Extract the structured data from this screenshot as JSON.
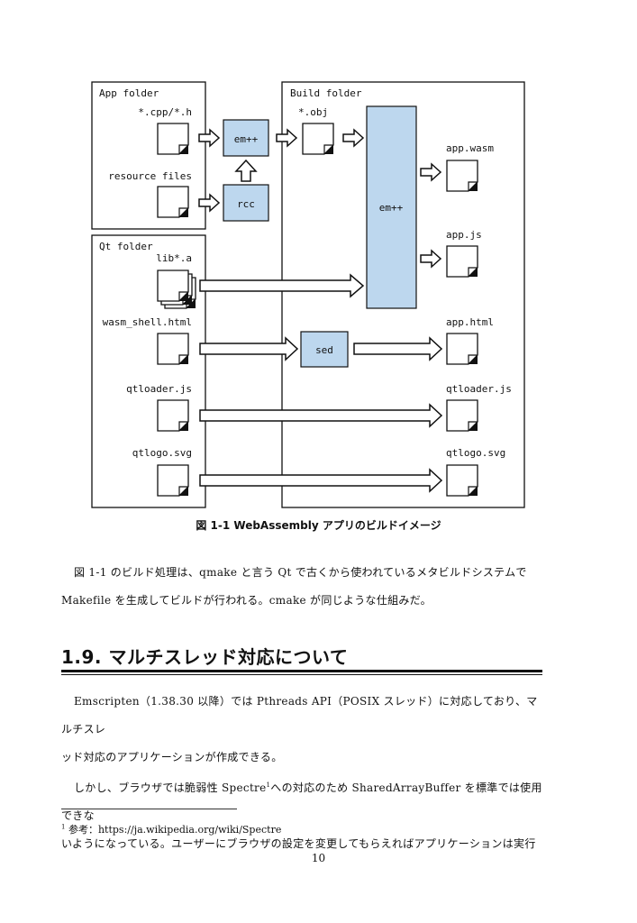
{
  "diagram": {
    "app_folder": "App folder",
    "build_folder": "Build folder",
    "qt_folder": "Qt folder",
    "labels": {
      "cpp_h": "*.cpp/*.h",
      "resource_files": "resource files",
      "obj": "*.obj",
      "lib_a": "lib*.a",
      "wasm_shell": "wasm_shell.html",
      "qtloader_src": "qtloader.js",
      "qtlogo_src": "qtlogo.svg",
      "app_wasm": "app.wasm",
      "app_js": "app.js",
      "app_html": "app.html",
      "qtloader_out": "qtloader.js",
      "qtlogo_out": "qtlogo.svg"
    },
    "tools": {
      "empp_small": "em++",
      "rcc": "rcc",
      "empp_big": "em++",
      "sed": "sed"
    },
    "colors": {
      "tool_fill": "#bdd7ee"
    }
  },
  "caption": "図 1-1 WebAssembly アプリのビルドイメージ",
  "para1": {
    "line1": "図 1-1 のビルド処理は、qmake と言う Qt で古くから使われているメタビルドシステムで",
    "line2": "Makefile を生成してビルドが行われる。cmake が同じような仕組みだ。"
  },
  "section_heading": "1.9. マルチスレッド対応について",
  "para2": {
    "line1": "Emscripten（1.38.30 以降）では Pthreads API（POSIX スレッド）に対応しており、マルチスレ",
    "line2": "ッド対応のアプリケーションが作成できる。",
    "line3a": "しかし、ブラウザでは脆弱性 Spectre",
    "line3_fnref": "1",
    "line3b": "への対応のため SharedArrayBuffer を標準では使用できな",
    "line4": "いようになっている。ユーザーにブラウザの設定を変更してもらえればアプリケーションは実行"
  },
  "footnote": {
    "number": "1",
    "text": "参考：https://ja.wikipedia.org/wiki/Spectre"
  },
  "page_number": "10"
}
